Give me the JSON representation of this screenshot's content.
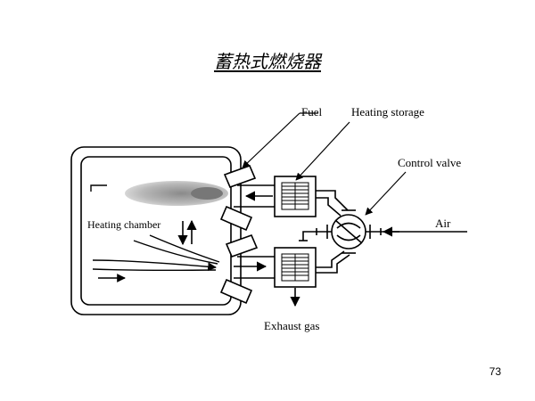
{
  "slide": {
    "title": "蓄热式燃烧器",
    "page_number": "73"
  },
  "diagram": {
    "labels": {
      "fuel": "Fuel",
      "heating_storage": "Heating storage",
      "control_valve": "Control valve",
      "air": "Air",
      "heating_chamber": "Heating chamber",
      "exhaust_gas": "Exhaust gas"
    },
    "colors": {
      "ink": "#000000",
      "flame": "#a8a8a8"
    }
  }
}
